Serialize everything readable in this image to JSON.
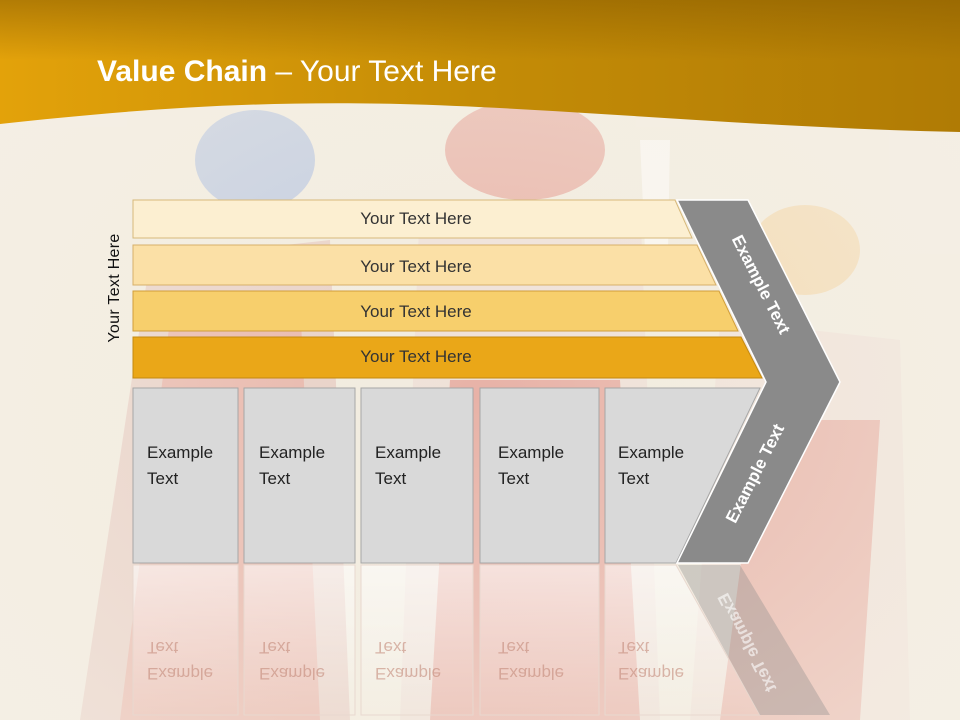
{
  "slide": {
    "title_bold": "Value Chain",
    "title_rest": " – Your Text Here"
  },
  "side_label": "Your Text Here",
  "bars": [
    {
      "label": "Your Text Here",
      "color": "#fcefd1"
    },
    {
      "label": "Your Text Here",
      "color": "#fbe0a6"
    },
    {
      "label": "Your Text Here",
      "color": "#f7cf6c"
    },
    {
      "label": "Your Text Here",
      "color": "#eaa718"
    }
  ],
  "boxes": [
    {
      "line1": "Example",
      "line2": "Text"
    },
    {
      "line1": "Example",
      "line2": "Text"
    },
    {
      "line1": "Example",
      "line2": "Text"
    },
    {
      "line1": "Example",
      "line2": "Text"
    },
    {
      "line1": "Example",
      "line2": "Text"
    }
  ],
  "arrow": {
    "top_label": "Example Text",
    "bottom_label": "Example Text",
    "color": "#8a8a8a"
  },
  "colors": {
    "header_gold": "#c58e06",
    "box_fill": "#d9d9d9",
    "box_stroke": "#a6a6a6"
  }
}
